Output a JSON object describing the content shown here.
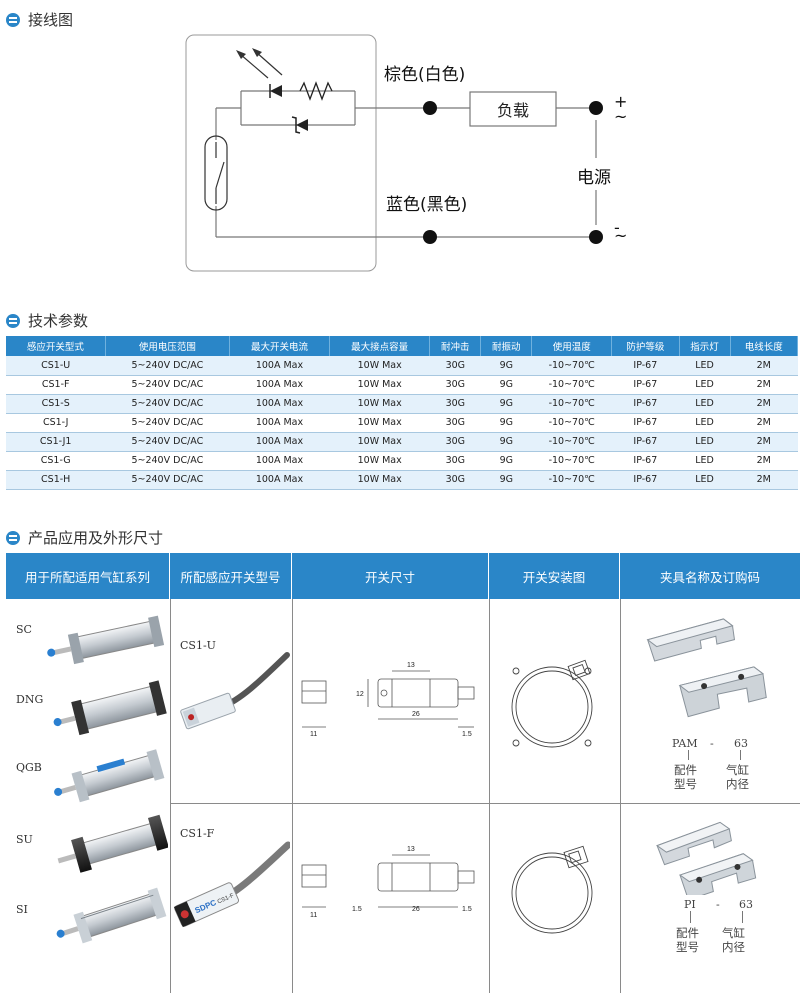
{
  "sections": {
    "wiring": "接线图",
    "spec": "技术参数",
    "app": "产品应用及外形尺寸"
  },
  "wiring": {
    "brown": "棕色(白色)",
    "blue": "蓝色(黑色)",
    "load": "负载",
    "power": "电源",
    "plus": "+",
    "tilde": "~",
    "minus": "-"
  },
  "spec": {
    "headers": [
      "感应开关型式",
      "使用电压范围",
      "最大开关电流",
      "最大接点容量",
      "耐冲击",
      "耐振动",
      "使用温度",
      "防护等级",
      "指示灯",
      "电线长度"
    ],
    "rows": [
      [
        "CS1-U",
        "5~240V DC/AC",
        "100A  Max",
        "10W  Max",
        "30G",
        "9G",
        "-10~70℃",
        "IP-67",
        "LED",
        "2M"
      ],
      [
        "CS1-F",
        "5~240V DC/AC",
        "100A  Max",
        "10W  Max",
        "30G",
        "9G",
        "-10~70℃",
        "IP-67",
        "LED",
        "2M"
      ],
      [
        "CS1-S",
        "5~240V DC/AC",
        "100A  Max",
        "10W  Max",
        "30G",
        "9G",
        "-10~70℃",
        "IP-67",
        "LED",
        "2M"
      ],
      [
        "CS1-J",
        "5~240V DC/AC",
        "100A  Max",
        "10W  Max",
        "30G",
        "9G",
        "-10~70℃",
        "IP-67",
        "LED",
        "2M"
      ],
      [
        "CS1-J1",
        "5~240V DC/AC",
        "100A  Max",
        "10W  Max",
        "30G",
        "9G",
        "-10~70℃",
        "IP-67",
        "LED",
        "2M"
      ],
      [
        "CS1-G",
        "5~240V DC/AC",
        "100A  Max",
        "10W  Max",
        "30G",
        "9G",
        "-10~70℃",
        "IP-67",
        "LED",
        "2M"
      ],
      [
        "CS1-H",
        "5~240V DC/AC",
        "100A  Max",
        "10W  Max",
        "30G",
        "9G",
        "-10~70℃",
        "IP-67",
        "LED",
        "2M"
      ]
    ]
  },
  "app": {
    "headers": [
      "用于所配适用气缸系列",
      "所配感应开关型号",
      "开关尺寸",
      "开关安装图",
      "夹具名称及订购码"
    ],
    "series": [
      "SC",
      "DNG",
      "QGB",
      "SU",
      "SI"
    ],
    "models": [
      "CS1-U",
      "CS1-F"
    ],
    "dims_u": {
      "d13": "13",
      "d12": "12",
      "d11": "11",
      "d26": "26",
      "d15": "1.5"
    },
    "dims_f": {
      "d13": "13",
      "d11": "11",
      "d15a": "1.5",
      "d26": "26",
      "d15b": "1.5"
    },
    "clamp1": {
      "code": "PAM",
      "dash": "-",
      "size": "63",
      "sub1a": "配件",
      "sub1b": "型号",
      "sub2a": "气缸",
      "sub2b": "内径"
    },
    "clamp2": {
      "code": "PI",
      "dash": "-",
      "size": "63",
      "sub1a": "配件",
      "sub1b": "型号",
      "sub2a": "气缸",
      "sub2b": "内径"
    },
    "sensor_brand": "SDPC",
    "sensor_text": "CS1-F"
  },
  "colors": {
    "accent": "#2a86c8",
    "row_alt": "#e4f1fb"
  }
}
